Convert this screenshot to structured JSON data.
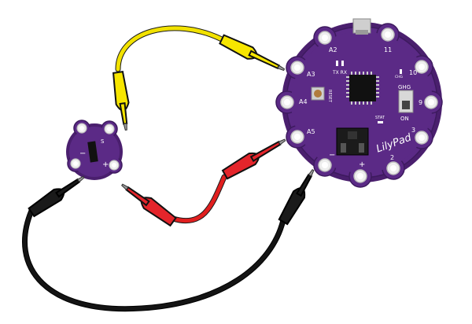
{
  "colors": {
    "board": "#5b2a86",
    "board_dark": "#3d1a5e",
    "pad_ring": "#e8e8e8",
    "silk": "#ffffff",
    "wire_yellow": "#f2e200",
    "wire_red": "#e11f1f",
    "wire_black": "#111111",
    "clip_yellow": "#f7e600",
    "clip_red": "#e4252b",
    "clip_black": "#1a1a1a"
  },
  "main_board": {
    "brand": "LilyPad",
    "pads": {
      "a2": "A2",
      "a3": "A3",
      "a4": "A4",
      "a5": "A5",
      "d11": "11",
      "d10": "10",
      "d9": "9",
      "d3": "3",
      "d2": "2",
      "minus": "−",
      "plus": "+"
    },
    "tx_rx": "TX RX",
    "chg": "CHG",
    "reset": "RESET",
    "ghg": "GHG",
    "on": "ON",
    "stat": "STAT"
  },
  "sensor_board": {
    "s": "S",
    "minus": "−",
    "plus": "+"
  }
}
